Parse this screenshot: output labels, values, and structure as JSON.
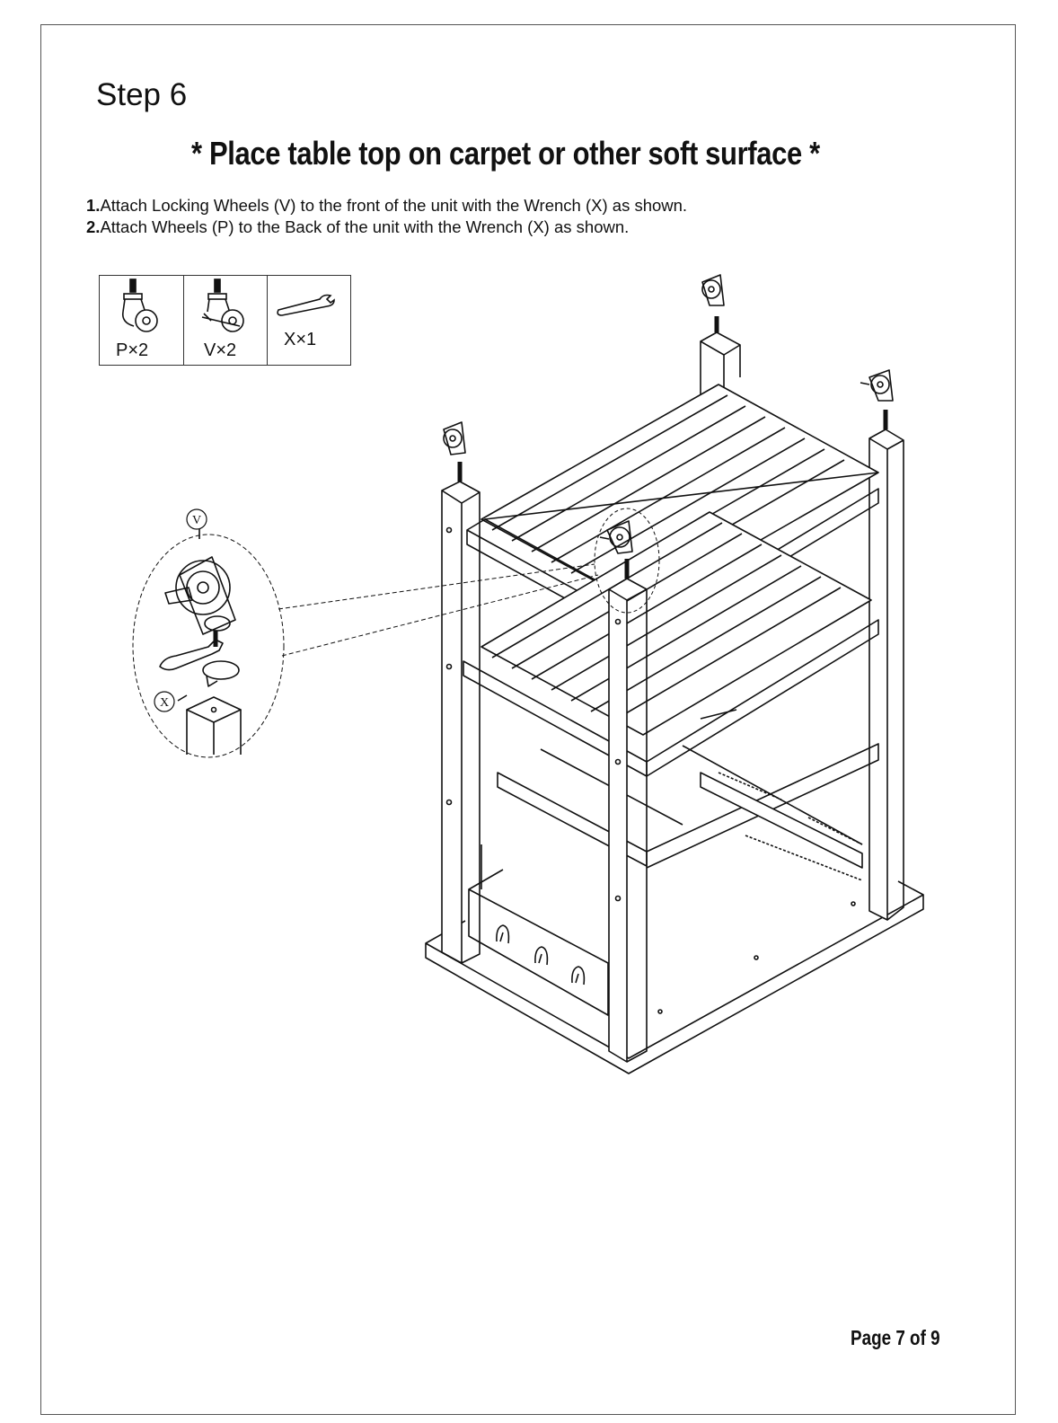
{
  "step_title": "Step 6",
  "warning": "* Place table top on carpet or other soft surface *",
  "instructions": [
    {
      "number": "1.",
      "text": "Attach Locking Wheels (V) to the front of the unit with the Wrench (X) as shown."
    },
    {
      "number": "2.",
      "text": "Attach  Wheels (P) to the Back of the unit with the Wrench (X) as shown."
    }
  ],
  "parts": [
    {
      "icon": "caster-wheel-icon",
      "label": "P×2"
    },
    {
      "icon": "locking-caster-wheel-icon",
      "label": "V×2"
    },
    {
      "icon": "wrench-icon",
      "label": "X×1"
    }
  ],
  "callouts": {
    "wheel": "V",
    "wrench": "X"
  },
  "page_number": "Page 7 of 9"
}
